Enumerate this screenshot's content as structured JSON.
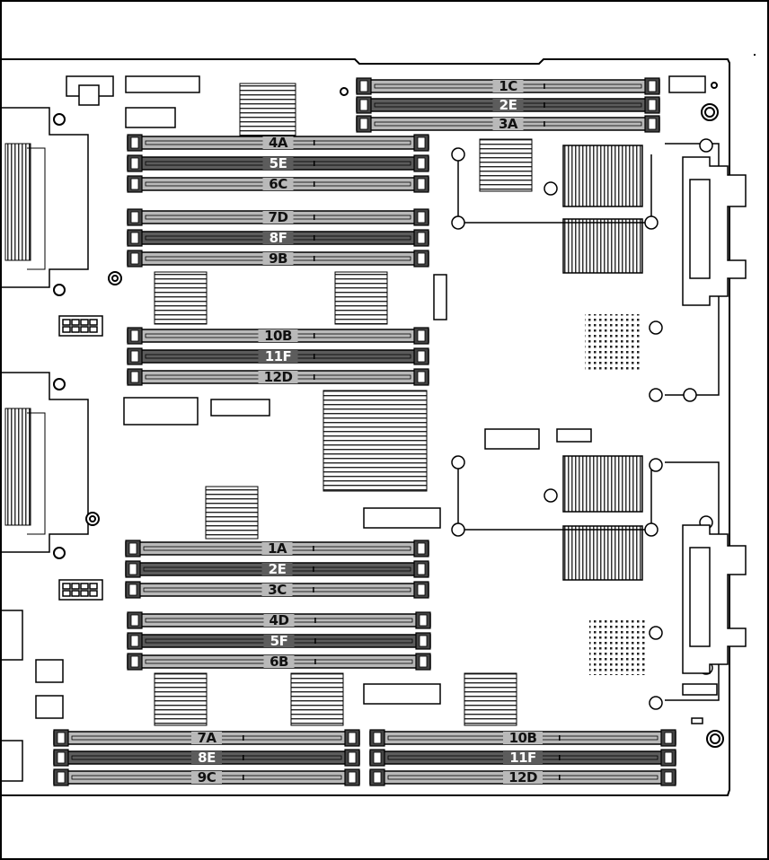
{
  "diagram": {
    "upper_processor_slots": {
      "top_right": [
        "1C",
        "2E",
        "3A"
      ],
      "group_1": [
        "4A",
        "5E",
        "6C"
      ],
      "group_2": [
        "7D",
        "8F",
        "9B"
      ],
      "group_3": [
        "10B",
        "11F",
        "12D"
      ]
    },
    "lower_processor_slots": {
      "group_1": [
        "1A",
        "2E",
        "3C"
      ],
      "group_2": [
        "4D",
        "5F",
        "6B"
      ],
      "bottom_left": [
        "7A",
        "8E",
        "9C"
      ],
      "bottom_right": [
        "10B",
        "11F",
        "12D"
      ]
    },
    "colors": {
      "light_dimm": "#b9b9b9",
      "dark_dimm": "#5c5c5c",
      "outline": "#000000",
      "board": "#ffffff"
    }
  }
}
